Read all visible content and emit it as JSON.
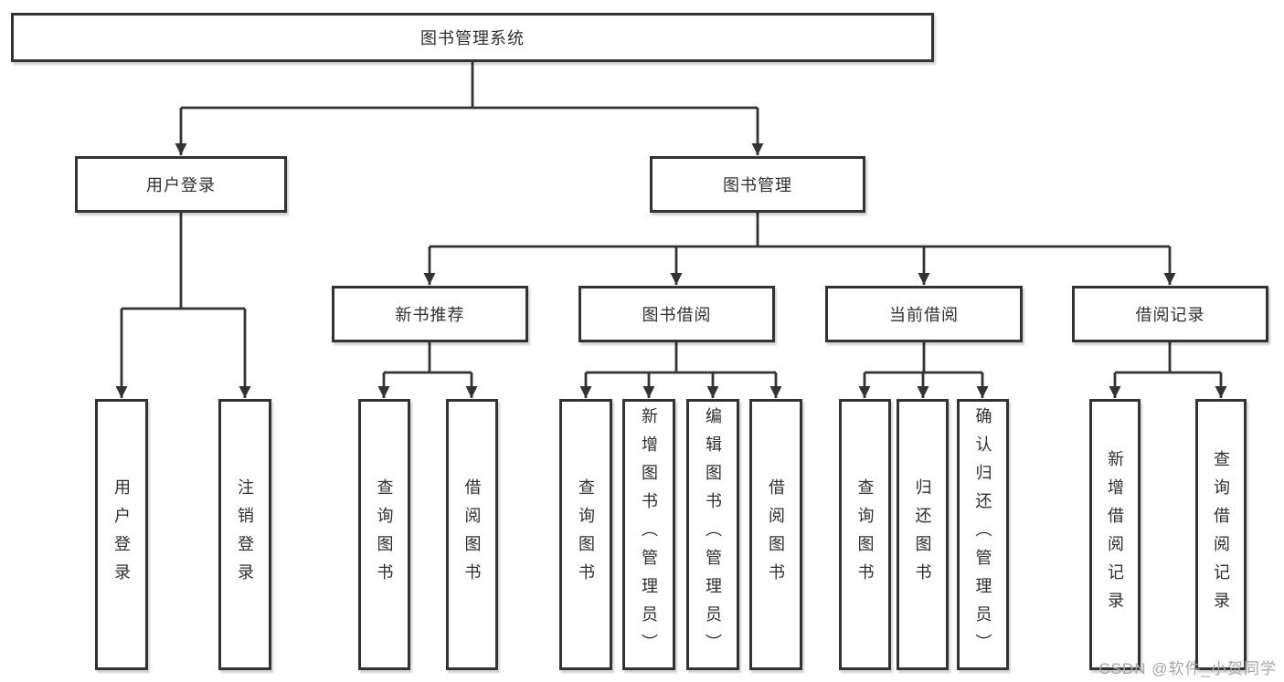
{
  "root": {
    "label": "图书管理系统"
  },
  "branches": {
    "user_login": {
      "label": "用户登录",
      "children": [
        {
          "label": "用户登录"
        },
        {
          "label": "注销登录"
        }
      ]
    },
    "book_mgmt": {
      "label": "图书管理",
      "children": {
        "new_book_rec": {
          "label": "新书推荐",
          "children": [
            {
              "label": "查询图书"
            },
            {
              "label": "借阅图书"
            }
          ]
        },
        "book_borrow": {
          "label": "图书借阅",
          "children": [
            {
              "label": "查询图书"
            },
            {
              "label": "新增图书（管理员）"
            },
            {
              "label": "编辑图书（管理员）"
            },
            {
              "label": "借阅图书"
            }
          ]
        },
        "current_borrow": {
          "label": "当前借阅",
          "children": [
            {
              "label": "查询图书"
            },
            {
              "label": "归还图书"
            },
            {
              "label": "确认归还（管理员）"
            }
          ]
        },
        "borrow_records": {
          "label": "借阅记录",
          "children": [
            {
              "label": "新增借阅记录"
            },
            {
              "label": "查询借阅记录"
            }
          ]
        }
      }
    }
  },
  "watermark": "CSDN @软件_小贺同学",
  "colors": {
    "line": "#333333",
    "text": "#2f2f2f",
    "watermark": "#a6a6a6",
    "background": "#ffffff"
  }
}
